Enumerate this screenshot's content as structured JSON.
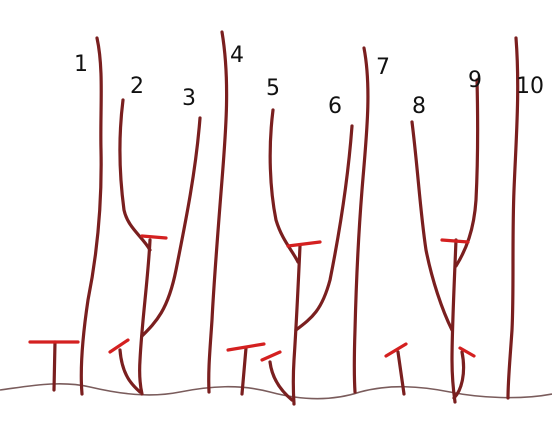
{
  "labels": [
    "1",
    "2",
    "3",
    "4",
    "5",
    "6",
    "7",
    "8",
    "9",
    "10"
  ],
  "colors": {
    "stem": "#7a1f1f",
    "cut_mark": "#d42020",
    "ground": "#7a5c5c",
    "text": "#111111",
    "background": "#ffffff"
  }
}
